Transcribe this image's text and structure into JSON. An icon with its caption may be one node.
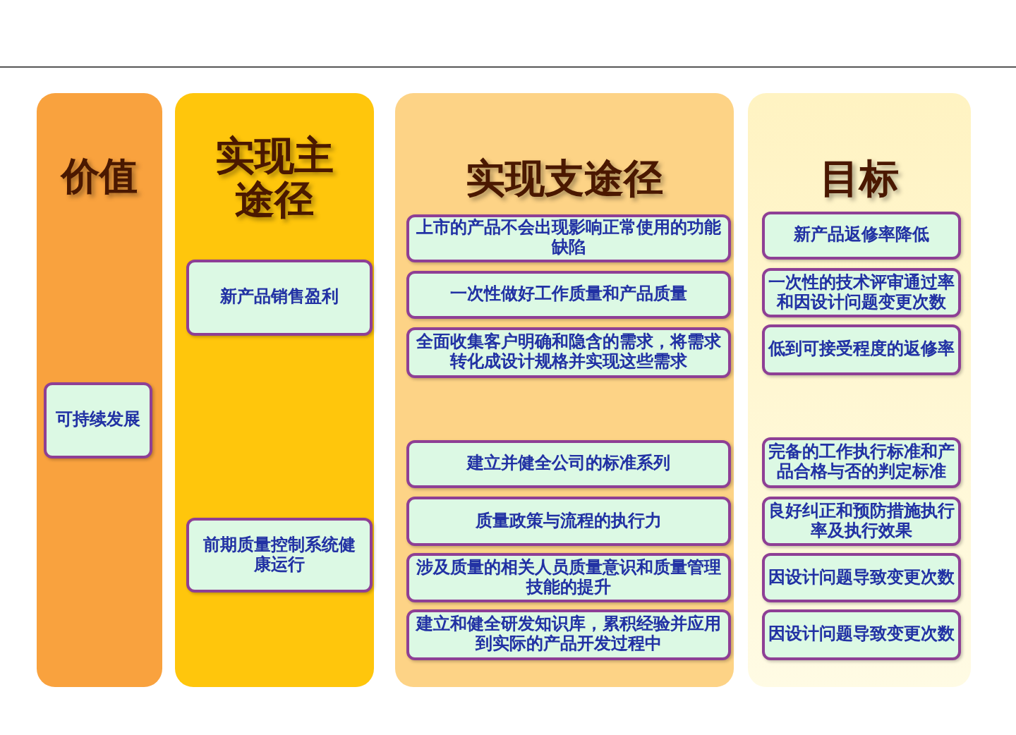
{
  "diagram": {
    "nodes": [
      {
        "text": [
          "价值"
        ]
      },
      {
        "text": [
          "可持续发展"
        ],
        "in": 0
      },
      {
        "text": [
          "实现主途径"
        ]
      },
      {
        "text": [
          "新产品销售盈利"
        ],
        "in": 2
      },
      {
        "text": [
          "前期质量控制系统健康运行"
        ],
        "in": 2
      },
      {
        "text": [
          "实现支途径"
        ]
      },
      {
        "text": [
          "上市的产品不会出现影响正常使用的功能缺陷"
        ],
        "in": 5
      },
      {
        "text": [
          "一次性做好工作质量和产品质量"
        ],
        "in": 5
      },
      {
        "text": [
          "全面收集客户明确和隐含的需求，将需求转化成设计规格并实现这些需求"
        ],
        "in": 5
      },
      {
        "text": [
          "建立并健全公司的标准系列"
        ],
        "in": 5
      },
      {
        "text": [
          "质量政策与流程的执行力"
        ],
        "in": 5
      },
      {
        "text": [
          "涉及质量的相关人员质量意识和质量管理技能的提升"
        ],
        "in": 5
      },
      {
        "text": [
          "建立和健全研发知识库，累积经验并应用到实际的产品开发过程中"
        ],
        "in": 5
      },
      {
        "text": [
          "目标"
        ]
      },
      {
        "text": [
          "新产品返修率降低"
        ],
        "in": 13
      },
      {
        "text": [
          "一次性的技术评审通过率和因设计问题变更次数"
        ],
        "in": 13
      },
      {
        "text": [
          "低到可接受程度的返修率"
        ],
        "in": 13
      },
      {
        "text": [
          "完备的工作执行标准和产品合格与否的判定标准"
        ],
        "in": 13
      },
      {
        "text": [
          "良好纠正和预防措施执行率及执行效果"
        ],
        "in": 13
      },
      {
        "text": [
          "因设计问题导致变更次数"
        ],
        "in": 13
      },
      {
        "text": [
          "因设计问题导致变更次数"
        ],
        "in": 13
      }
    ]
  }
}
